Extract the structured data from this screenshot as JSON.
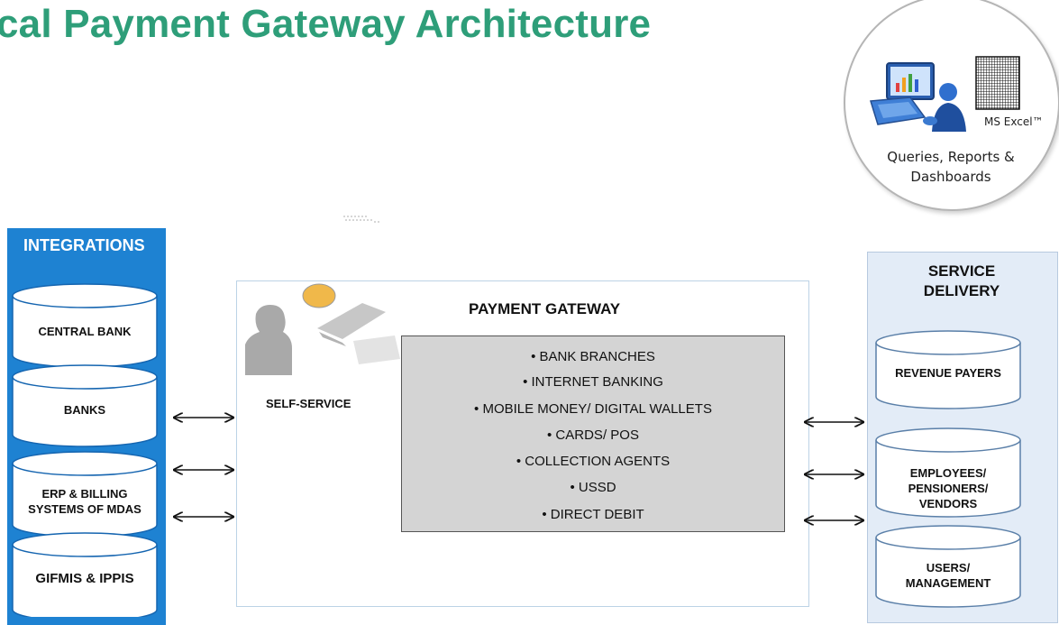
{
  "title": "cal Payment Gateway Architecture",
  "reports": {
    "excel_label": "MS Excel™",
    "label_line1": "Queries, Reports &",
    "label_line2": "Dashboards"
  },
  "integrations": {
    "title": "INTEGRATIONS",
    "items": [
      {
        "line1": "CENTRAL BANK",
        "line2": ""
      },
      {
        "line1": "BANKS",
        "line2": ""
      },
      {
        "line1": "ERP & BILLING",
        "line2": "SYSTEMS OF MDAS"
      },
      {
        "line1": "GIFMIS & IPPIS",
        "line2": ""
      }
    ]
  },
  "gateway": {
    "title": "PAYMENT GATEWAY",
    "self_service": "SELF-SERVICE",
    "channels": [
      "•  BANK BRANCHES",
      "•  INTERNET BANKING",
      "•  MOBILE MONEY/ DIGITAL WALLETS",
      "•  CARDS/ POS",
      "•  COLLECTION AGENTS",
      "•  USSD",
      "•  DIRECT DEBIT"
    ]
  },
  "service_delivery": {
    "title_line1": "SERVICE",
    "title_line2": "DELIVERY",
    "items": [
      {
        "line1": "REVENUE PAYERS",
        "line2": "",
        "line3": ""
      },
      {
        "line1": "EMPLOYEES/",
        "line2": "PENSIONERS/",
        "line3": "VENDORS"
      },
      {
        "line1": "USERS/",
        "line2": "MANAGEMENT",
        "line3": ""
      }
    ]
  },
  "colors": {
    "title": "#2e9e79",
    "integrations_panel": "#1e82d2",
    "service_delivery_panel": "#e3ecf7",
    "channels_box": "#d4d4d4"
  }
}
